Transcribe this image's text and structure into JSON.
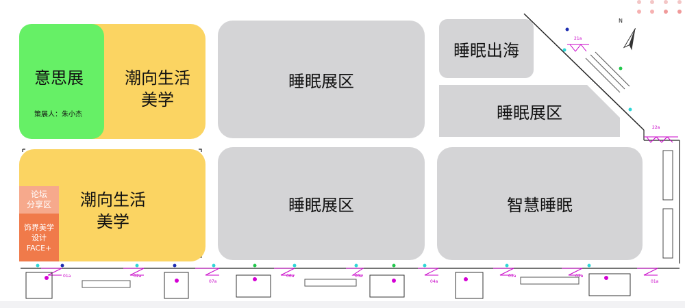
{
  "zones": {
    "yisi": {
      "title": "意思展",
      "curator": "策展人：朱小杰",
      "color": "#66f066"
    },
    "chaoxiang_top": {
      "title": "潮向生活\n美学",
      "color": "#fbd462"
    },
    "sleep_1": {
      "title": "睡眠展区",
      "color": "#d4d4d6"
    },
    "sleep_sea": {
      "title": "睡眠出海",
      "color": "#d4d4d6"
    },
    "sleep_2": {
      "title": "睡眠展区",
      "color": "#d4d4d6"
    },
    "chaoxiang_bottom": {
      "title": "潮向生活\n美学",
      "color": "#fbd462"
    },
    "forum": {
      "title": "论坛\n分享区",
      "color": "#f6a98c"
    },
    "decor": {
      "title": "饰界美学\n设计FACE+",
      "color": "#f07a4a"
    },
    "sleep_3": {
      "title": "睡眠展区",
      "color": "#d4d4d6"
    },
    "smart_sleep": {
      "title": "智慧睡眠",
      "color": "#d4d4d6"
    }
  },
  "compass": {
    "label": "N"
  },
  "gates": [
    "21a",
    "22a",
    "01a",
    "02a",
    "06a",
    "07a",
    "05a",
    "04a",
    "03a",
    "02a",
    "01a"
  ]
}
